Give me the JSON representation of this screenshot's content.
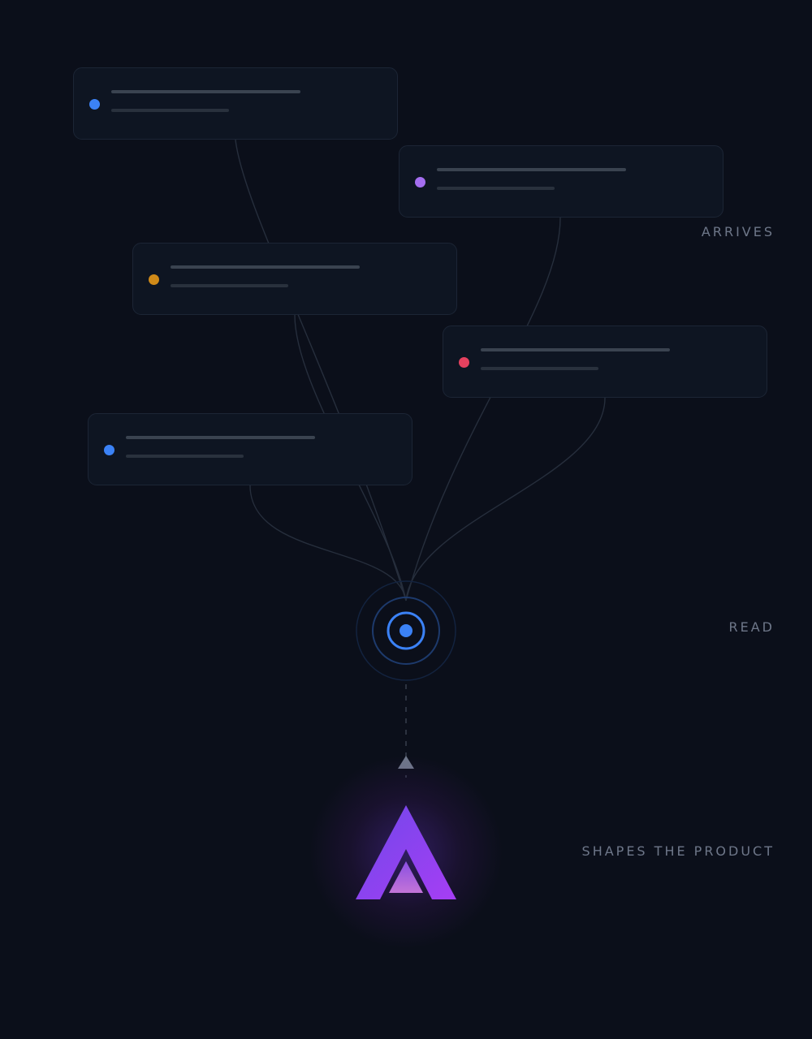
{
  "stages": {
    "arrives": "ARRIVES",
    "read": "READ",
    "shapes": "SHAPES THE PRODUCT"
  },
  "colors": {
    "background": "#0b0f1a",
    "card_background": "#0e1522",
    "card_border": "#1c2535",
    "connector": "#262e3c",
    "label": "#6e7789",
    "hub_blue": "#3b82f6",
    "logo_top": "#7c4df0",
    "logo_bottom": "#a23ff2"
  },
  "feedback_cards": [
    {
      "dot_color": "#3b82f6"
    },
    {
      "dot_color": "#a46ef0"
    },
    {
      "dot_color": "#d08a18"
    },
    {
      "dot_color": "#e5415f"
    },
    {
      "dot_color": "#3b82f6"
    }
  ],
  "icons": {
    "hub": "target-icon",
    "arrow": "arrow-up-icon",
    "logo": "logo-mark"
  }
}
